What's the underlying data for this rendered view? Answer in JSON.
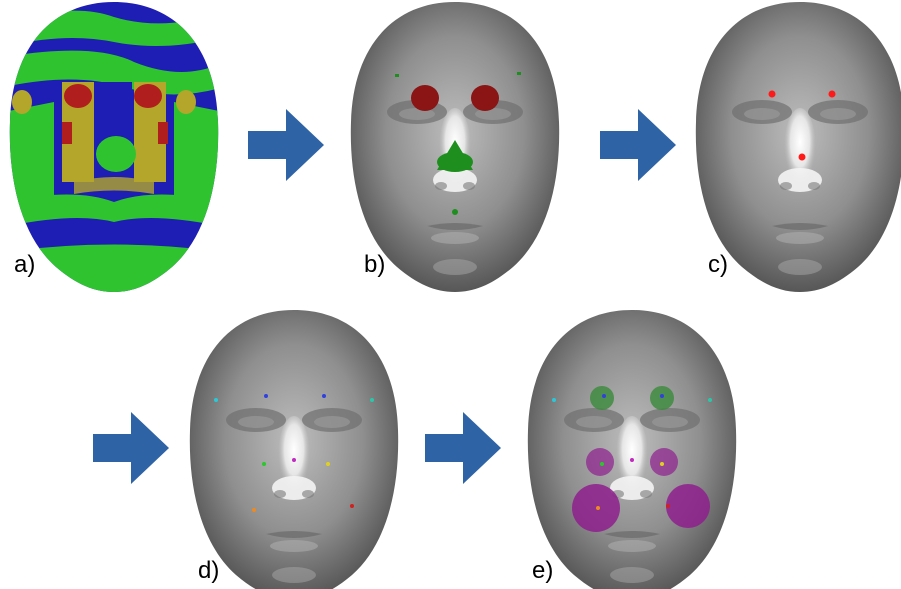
{
  "panels": [
    {
      "id": "a",
      "label": "a)",
      "description_icon": "curvature-colored-face"
    },
    {
      "id": "b",
      "label": "b)",
      "description_icon": "region-segmented-face"
    },
    {
      "id": "c",
      "label": "c)",
      "description_icon": "primary-landmarks-face"
    },
    {
      "id": "d",
      "label": "d)",
      "description_icon": "all-landmarks-face"
    },
    {
      "id": "e",
      "label": "e)",
      "description_icon": "landmark-regions-face"
    }
  ],
  "arrows": [
    "arrow-right-icon",
    "arrow-right-icon",
    "arrow-right-icon",
    "arrow-right-icon"
  ],
  "colors": {
    "arrow": "#2E63A6",
    "curv_blue": "#1E1EB4",
    "curv_green": "#2FC42F",
    "curv_yellow": "#B4A62A",
    "curv_red": "#B01E1E",
    "region_red": "#8B1414",
    "region_green": "#1E8F1E",
    "landmark_red": "#FF1A1A",
    "region_green_soft": "#3A8A3A",
    "region_purple": "#8E1E8E"
  }
}
